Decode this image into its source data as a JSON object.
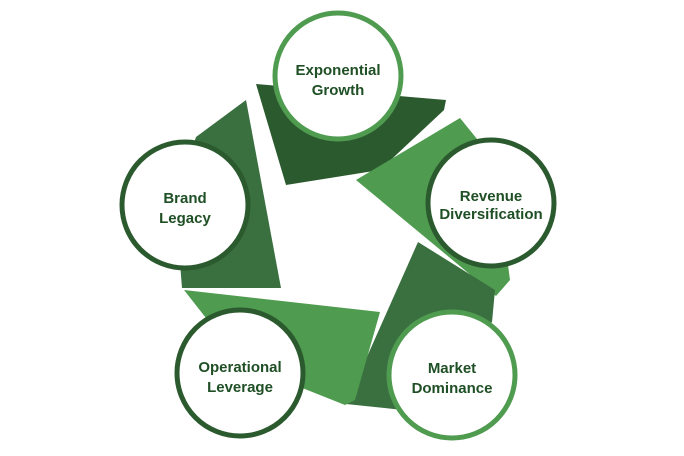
{
  "diagram": {
    "colors": {
      "dark": "#2b5a2e",
      "mid": "#3a7040",
      "light": "#4f9b4f",
      "label": "#1f4f25",
      "ring_fill": "#ffffff"
    },
    "nodes": [
      {
        "line1": "Exponential",
        "line2": "Growth",
        "ring": "#4f9b4f"
      },
      {
        "line1": "Revenue",
        "line2": "Diversification",
        "ring": "#2b5a2e"
      },
      {
        "line1": "Market",
        "line2": "Dominance",
        "ring": "#4f9b4f"
      },
      {
        "line1": "Operational",
        "line2": "Leverage",
        "ring": "#2b5a2e"
      },
      {
        "line1": "Brand",
        "line2": "Legacy",
        "ring": "#2b5a2e"
      }
    ]
  }
}
